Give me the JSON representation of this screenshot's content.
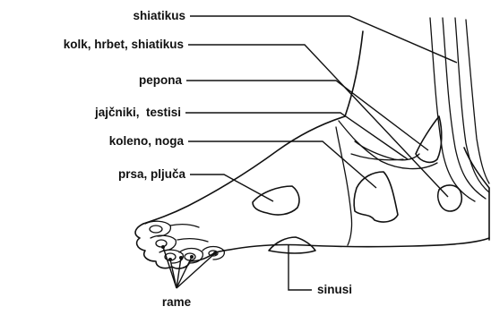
{
  "labels": {
    "shiatikus": "shiatikus",
    "kolk_hrbet": "kolk, hrbet, shiatikus",
    "pepona": "pepona",
    "jajcniki": "jajčniki,  testisi",
    "koleno": "koleno, noga",
    "prsa": "prsa, pljuča",
    "rame": "rame",
    "sinusi": "sinusi"
  },
  "colors": {
    "ink": "#111111",
    "background": "#ffffff"
  }
}
